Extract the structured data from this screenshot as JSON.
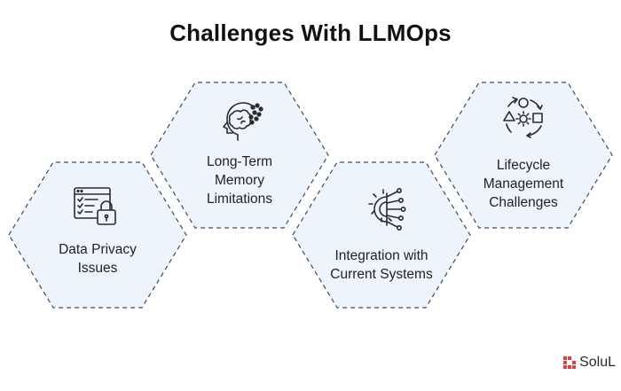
{
  "title": "Challenges With LLMOps",
  "colors": {
    "hex_fill": "#eef4fb",
    "hex_stroke": "#3b4a63",
    "icon_stroke": "#2b2b2b",
    "brand_red": "#e2403a"
  },
  "hexagons": [
    {
      "id": "data-privacy",
      "icon": "checklist-lock-icon",
      "lines": [
        "Data Privacy",
        "Issues"
      ]
    },
    {
      "id": "long-term-memory",
      "icon": "head-memory-icon",
      "lines": [
        "Long-Term",
        "Memory",
        "Limitations"
      ]
    },
    {
      "id": "integration",
      "icon": "gear-circuit-icon",
      "lines": [
        "Integration with",
        "Current Systems"
      ]
    },
    {
      "id": "lifecycle",
      "icon": "lifecycle-cycle-icon",
      "lines": [
        "Lifecycle",
        "Management",
        "Challenges"
      ]
    }
  ],
  "brand": {
    "logo_icon": "solulab-logo-icon",
    "text": "SoluL"
  }
}
